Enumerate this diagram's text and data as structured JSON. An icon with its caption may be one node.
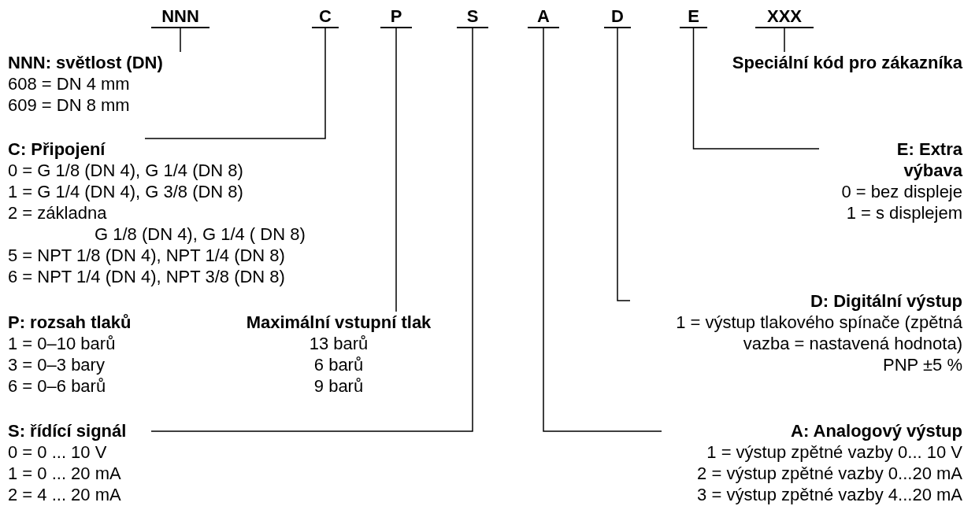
{
  "diagram": {
    "nodes": [
      {
        "text": [
          "NNN"
        ]
      },
      {
        "text": [
          "C"
        ]
      },
      {
        "text": [
          "P"
        ]
      },
      {
        "text": [
          "S"
        ]
      },
      {
        "text": [
          "A"
        ]
      },
      {
        "text": [
          "D"
        ]
      },
      {
        "text": [
          "E"
        ]
      },
      {
        "text": [
          "XXX"
        ]
      },
      {
        "text": [
          "NNN: světlost (DN)",
          "608 = DN 4 mm",
          "609 = DN 8 mm"
        ]
      },
      {
        "text": [
          "Speciální kód pro zákazníka"
        ]
      },
      {
        "text": [
          "C: Připojení",
          "0 = G 1/8 (DN 4), G 1/4 (DN 8)",
          "1 = G 1/4 (DN 4), G 3/8 (DN 8)",
          "2 = základna",
          "G 1/8 (DN 4), G 1/4 ( DN 8)",
          "5 = NPT 1/8 (DN 4), NPT 1/4 (DN 8)",
          "6 = NPT 1/4 (DN 4), NPT 3/8 (DN 8)"
        ]
      },
      {
        "text": [
          "E: Extra výbava",
          "0 = bez displeje",
          "1 = s displejem"
        ]
      },
      {
        "text": [
          "D: Digitální výstup",
          "1 = výstup tlakového spínače (zpětná vazba = nastavená hodnota)",
          "PNP ±5 %"
        ]
      },
      {
        "text": [
          "P: rozsah tlaků",
          "1 = 0–10 barů",
          "3 = 0–3 bary",
          "6 = 0–6 barů"
        ]
      },
      {
        "text": [
          "Maximální vstupní tlak",
          "13 barů",
          "6 barů",
          "9 barů"
        ]
      },
      {
        "text": [
          "S: řídící signál",
          "0 = 0 ... 10 V",
          "1 = 0 ... 20 mA",
          "2 = 4 ... 20 mA"
        ]
      },
      {
        "text": [
          "A: Analogový výstup",
          "1 = výstup zpětné vazby 0... 10 V",
          "2 = výstup zpětné vazby 0...20 mA",
          "3 = výstup zpětné vazby 4...20 mA"
        ]
      }
    ],
    "edges": [
      {
        "from": 0,
        "to": 8,
        "arrow": "none"
      },
      {
        "from": 1,
        "to": 10,
        "arrow": "none"
      },
      {
        "from": 2,
        "to": 14,
        "arrow": "none"
      },
      {
        "from": 3,
        "to": 15,
        "arrow": "none"
      },
      {
        "from": 4,
        "to": 16,
        "arrow": "none"
      },
      {
        "from": 5,
        "to": 12,
        "arrow": "none"
      },
      {
        "from": 6,
        "to": 11,
        "arrow": "none"
      },
      {
        "from": 7,
        "to": 9,
        "arrow": "none"
      }
    ]
  }
}
